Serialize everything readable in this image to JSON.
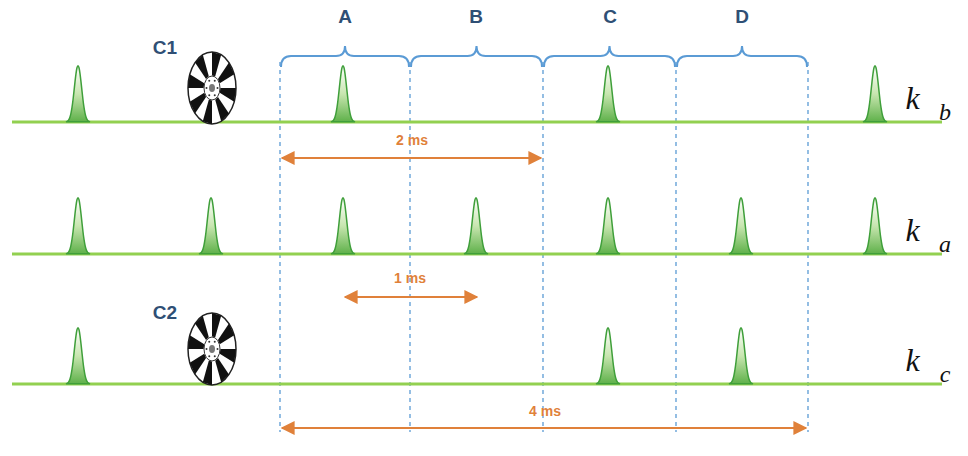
{
  "diagram": {
    "labels": [
      "C1",
      "A",
      "B",
      "C",
      "D",
      "k⃗",
      "b",
      "2 ms",
      "k⃗",
      "a",
      "1 ms",
      "C2",
      "k⃗",
      "c",
      "4 ms"
    ]
  }
}
